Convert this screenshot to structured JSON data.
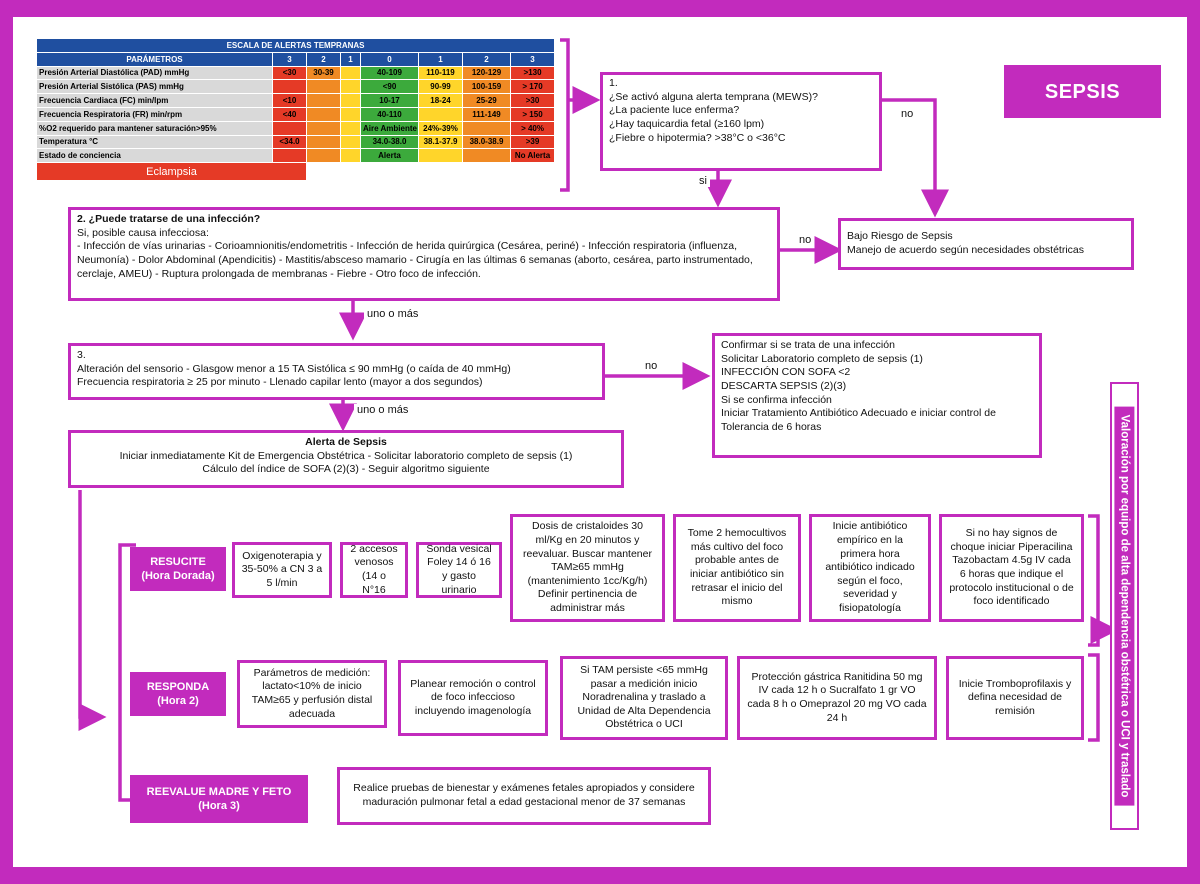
{
  "banner": "SEPSIS",
  "mews_table": {
    "title": "ESCALA DE ALERTAS TEMPRANAS",
    "headers": [
      "PARÁMETROS",
      "3",
      "2",
      "1",
      "0",
      "1",
      "2",
      "3"
    ],
    "rows": [
      {
        "param": "Presión Arterial Diastólica (PAD) mmHg",
        "cells": [
          "<30",
          "30-39",
          "",
          "40-109",
          "110-119",
          "120-129",
          ">130"
        ]
      },
      {
        "param": "Presión Arterial Sistólica (PAS) mmHg",
        "cells": [
          "",
          "",
          "",
          "<90",
          "90-99",
          "100-159",
          "> 170"
        ]
      },
      {
        "param": "Frecuencia Cardiaca (FC) min/lpm",
        "cells": [
          "<10",
          "",
          "",
          "10-17",
          "18-24",
          "25-29",
          ">30"
        ]
      },
      {
        "param": "Frecuencia Respiratoria (FR) min/rpm",
        "cells": [
          "<40",
          "",
          "",
          "40-110",
          "",
          "111-149",
          "> 150"
        ]
      },
      {
        "param": "%O2 requerido para mantener saturación>95%",
        "cells": [
          "",
          "",
          "",
          "Aire Ambiente",
          "24%-39%",
          "",
          "> 40%"
        ]
      },
      {
        "param": "Temperatura °C",
        "cells": [
          "<34.0",
          "",
          "",
          "34.0-38.0",
          "38.1-37.9",
          "38.0-38.9",
          ">39"
        ]
      },
      {
        "param": "Estado de conciencia",
        "cells": [
          "",
          "",
          "",
          "Alerta",
          "",
          "",
          "No Alerta"
        ]
      }
    ],
    "footer": "Eclampsia",
    "colors": {
      "header_bg": "#1f4fa0",
      "c3": "#e53a26",
      "c2": "#f08a24",
      "c1": "#ffd52a",
      "c0": "#3caa3c",
      "c1r": "#ffd52a",
      "c2r": "#f08a24",
      "c3r": "#e53a26"
    }
  },
  "q1": {
    "number": "1.",
    "lines": [
      "¿Se activó alguna alerta temprana (MEWS)?",
      "¿La paciente luce enferma?",
      "¿Hay taquicardia fetal (≥160 lpm)",
      "¿Fiebre o hipotermia? >38°C o <36°C"
    ]
  },
  "label_no_1": "no",
  "label_si": "si",
  "low_risk": {
    "lines": [
      "Bajo Riesgo de Sepsis",
      "Manejo de acuerdo según necesidades obstétricas"
    ]
  },
  "q2": {
    "title": "2. ¿Puede tratarse de una infección?",
    "subtitle": "Si, posible causa infecciosa:",
    "body": "- Infección de vías urinarias - Corioamnionitis/endometritis - Infección de herida quirúrgica (Cesárea, periné) - Infección respiratoria (influenza, Neumonía) - Dolor Abdominal (Apendicitis) - Mastitis/absceso mamario - Cirugía en las últimas 6 semanas (aborto, cesárea, parto instrumentado, cerclaje, AMEU) - Ruptura prolongada de membranas - Fiebre - Otro foco de infección."
  },
  "label_no_2": "no",
  "label_uno_mas_1": "uno o más",
  "q3": {
    "number": "3.",
    "lines": [
      "Alteración del sensorio - Glasgow menor a 15 TA Sistólica ≤ 90 mmHg (o caída de 40 mmHg)",
      "Frecuencia respiratoria ≥ 25 por minuto - Llenado capilar lento (mayor a dos segundos)"
    ]
  },
  "label_no_3": "no",
  "confirm": {
    "lines": [
      "Confirmar si se trata de una infección",
      "Solicitar Laboratorio completo de sepsis (1)",
      "INFECCIÓN CON SOFA <2",
      "DESCARTA SEPSIS (2)(3)",
      "Si se confirma infección",
      "Iniciar Tratamiento Antibiótico Adecuado e iniciar control de Tolerancia de 6 horas"
    ]
  },
  "label_uno_mas_2": "uno o más",
  "alert": {
    "title": "Alerta de Sepsis",
    "lines": [
      "Iniciar inmediatamente Kit de Emergencia Obstétrica - Solicitar laboratorio completo de sepsis (1)",
      "Cálculo del índice de SOFA (2)(3) - Seguir algoritmo siguiente"
    ]
  },
  "resucite": {
    "label": "RESUCITE\n(Hora Dorada)",
    "steps": [
      "Oxigenoterapia y 35-50% a CN 3 a 5 l/min",
      "2 accesos venosos (14 o N°16",
      "Sonda vesical Foley 14 ó 16 y gasto urinario",
      "Dosis de cristaloides 30 ml/Kg en 20 minutos y reevaluar. Buscar mantener TAM≥65 mmHg (mantenimiento 1cc/Kg/h) Definir pertinencia de administrar más",
      "Tome 2 hemocultivos más cultivo del foco probable antes de iniciar antibiótico sin retrasar el inicio del mismo",
      "Inicie antibiótico empírico en la primera hora antibiótico indicado según el foco, severidad y fisiopatología",
      "Si no hay signos de choque iniciar Piperacilina Tazobactam 4.5g IV cada 6 horas que indique el protocolo institucional o de foco identificado"
    ]
  },
  "responda": {
    "label": "RESPONDA\n(Hora 2)",
    "steps": [
      "Parámetros de medición: lactato<10% de inicio TAM≥65 y perfusión distal adecuada",
      "Planear remoción o control de foco infeccioso incluyendo imagenología",
      "Si TAM persiste <65 mmHg pasar a medición inicio Noradrenalina y traslado a Unidad de Alta Dependencia Obstétrica o UCI",
      "Protección gástrica Ranitidina 50 mg IV cada 12 h o Sucralfato 1 gr VO cada 8 h o Omeprazol 20 mg VO cada 24 h",
      "Inicie Tromboprofilaxis y defina necesidad de remisión"
    ]
  },
  "reevalue": {
    "label": "REEVALUE MADRE Y FETO\n(Hora 3)",
    "text": "Realice pruebas de bienestar y exámenes fetales apropiados y considere maduración pulmonar fetal a edad gestacional menor de 37 semanas"
  },
  "vertical_label": "Valoración por equipo de alta dependencia obstétrica o UCI y traslado"
}
